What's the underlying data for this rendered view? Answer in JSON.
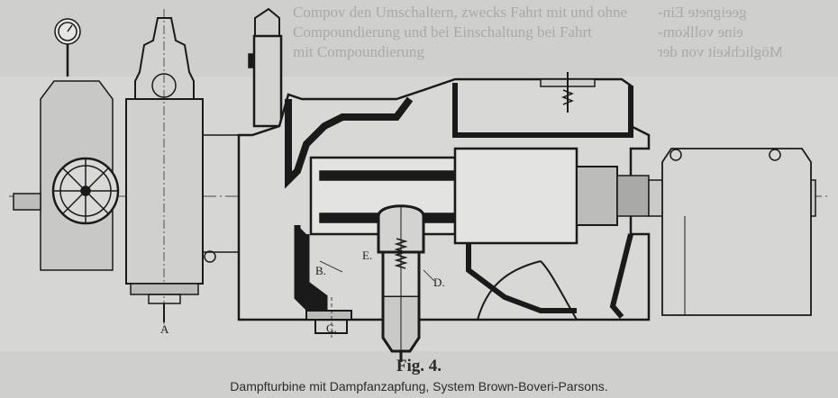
{
  "bleed_through_text": [
    "Compov den Umschaltern, zwecks Fahrt mit und ohne",
    "Compoundierung und bei Einschaltung bei Fahrt",
    "mit Compoundierung",
    "geeignete Ein-",
    "eine vollkom-",
    "Möglichkeit von der"
  ],
  "figure": {
    "labels": {
      "a": "A",
      "b": "B.",
      "c": "C.",
      "d": "D.",
      "e": "E."
    },
    "number": "Fig. 4.",
    "caption": "Dampfturbine mit Dampfanzapfung, System Brown-Boveri-Parsons."
  }
}
